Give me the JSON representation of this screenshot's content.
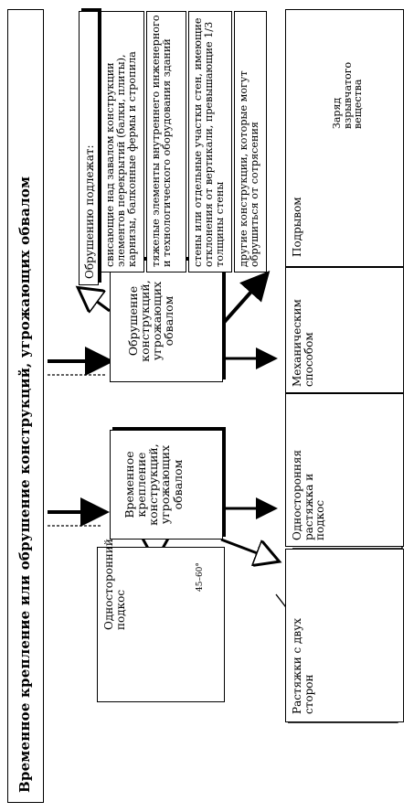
{
  "title": "Временное крепление или обрушение конструкций, угрожающих обвалом",
  "method_temporary": "Временное крепление конструкций, угрожающих обвалом",
  "method_collapse": "Обрушение конструкций, угрожающих обвалом",
  "subject_heading": "Обрушению подлежат:",
  "subject_items": [
    "свисающие над завалом конструкции элементов перекрытий (балки, плиты), карнизы, балконные фермы и стропила",
    "тяжелые элементы внутреннего инженерного и технологического оборудования зданий",
    "стены или отдельные участки стен, имеющие отклонения от вертикали, превышающие 1/3 толщины стены",
    "другие конструкции, которые могут обрушиться от сотрясения"
  ],
  "techniques": {
    "one_side_brace": "Односторонний подкос",
    "brace_angle": "45–60°",
    "two_side_ties": "Растяжки с двух сторон",
    "one_side_tie_brace": "Односторонняя растяжка и подкос",
    "mechanical": "Механическим способом",
    "explosion": "Подрывом",
    "charge_label": "Заряд взрывчатого вещества"
  }
}
